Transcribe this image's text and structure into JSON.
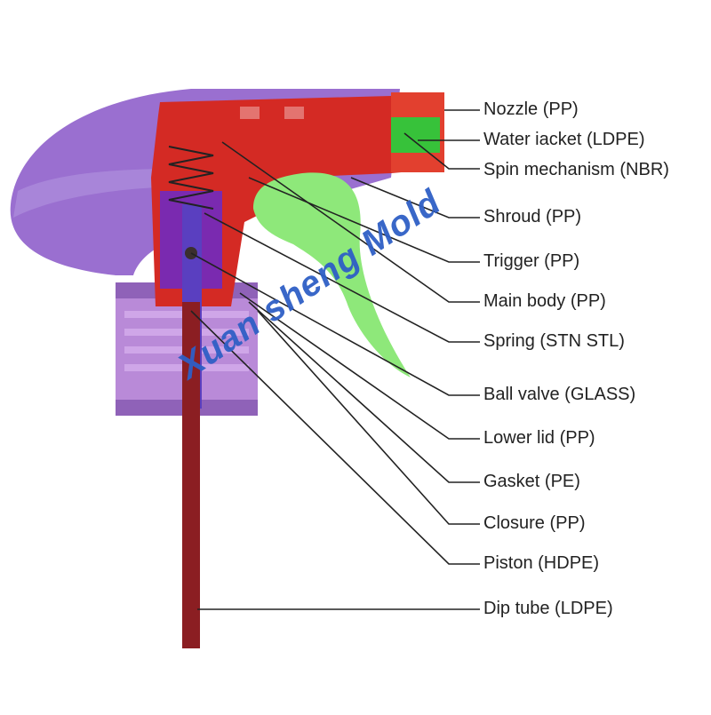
{
  "labels": [
    "Nozzle (PP)",
    "Water iacket (LDPE)",
    "Spin mechanism (NBR)",
    "Shroud (PP)",
    "Trigger (PP)",
    "Main body (PP)",
    "Spring (STN STL)",
    "Ball valve (GLASS)",
    "Lower lid (PP)",
    "Gasket (PE)",
    "Closure (PP)",
    "Piston (HDPE)",
    "Dip tube (LDPE)"
  ],
  "watermark": "Xuan sheng Mold",
  "colors": {
    "shroud": "#9a6fd0",
    "main_body": "#d42a24",
    "trigger": "#8ee87a",
    "water_jacket": "#37c23a",
    "closure": "#b98ad8",
    "piston": "#5a3fc0",
    "dip_tube": "#8b1e22",
    "watermark": "#2f5fc6"
  }
}
